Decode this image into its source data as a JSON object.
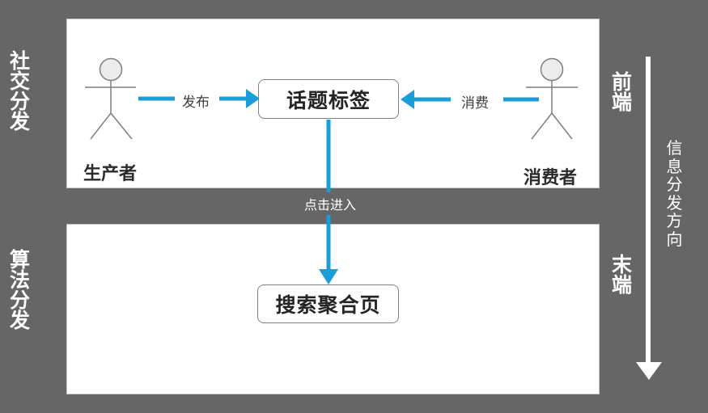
{
  "colors": {
    "background": "#666666",
    "accent_blue": "#1b9dd9",
    "panel_fill": "#ffffff",
    "panel_border": "#c9c9c9",
    "node_border": "#808080",
    "figure_stroke": "#7f7f7f",
    "figure_head_fill": "#ececec",
    "dark_text": "#242424",
    "white_text": "#ffffff"
  },
  "side_labels": {
    "left_top": "社交分发",
    "left_bottom": "算法分发",
    "right_top": "前端",
    "right_bottom": "末端",
    "direction": "信息分发方向"
  },
  "top_panel": {
    "producer_name": "生产者",
    "consumer_name": "消费者",
    "publish_edge_label": "发布",
    "consume_edge_label": "消费",
    "topic_node_label": "话题标签"
  },
  "connector": {
    "label": "点击进入"
  },
  "bottom_panel": {
    "search_node_label": "搜索聚合页"
  },
  "icons": {
    "producer": "person-stick-figure-icon",
    "consumer": "person-stick-figure-icon",
    "flow_direction": "down-arrow-icon"
  }
}
